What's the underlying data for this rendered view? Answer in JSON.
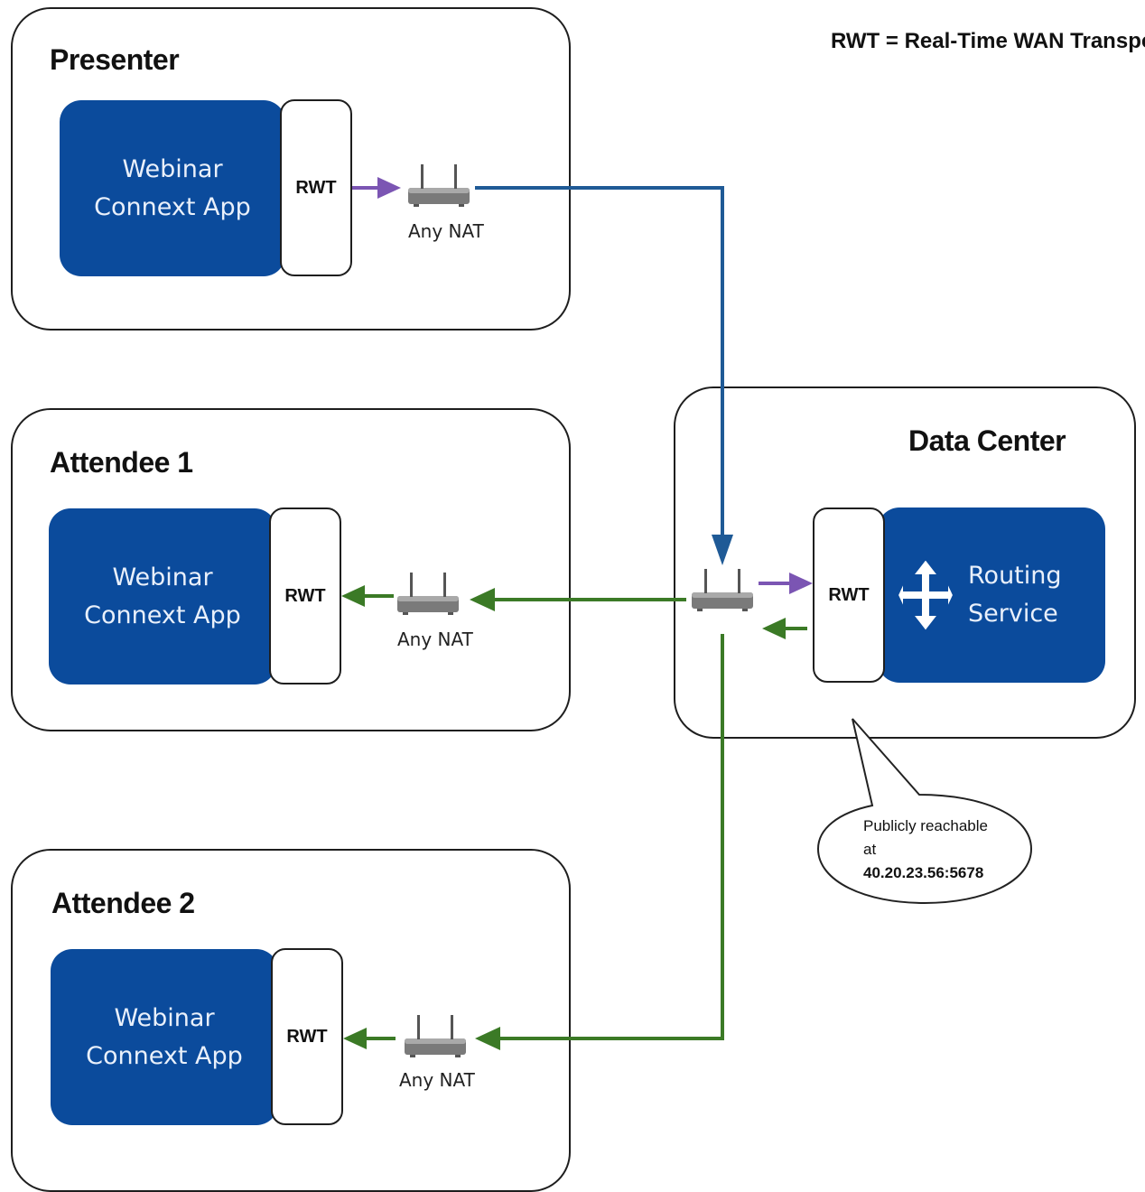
{
  "legend": "RWT = Real-Time WAN Transport",
  "colors": {
    "app_blue": "#0b4b9c",
    "presenter_link": "#1f5a96",
    "attendee_link": "#3b7a26",
    "local_arrow": "#7b55b3"
  },
  "presenter": {
    "title": "Presenter",
    "app_line1": "Webinar",
    "app_line2": "Connext App",
    "rwt": "RWT",
    "nat": "Any NAT"
  },
  "attendee1": {
    "title": "Attendee 1",
    "app_line1": "Webinar",
    "app_line2": "Connext App",
    "rwt": "RWT",
    "nat": "Any NAT"
  },
  "attendee2": {
    "title": "Attendee 2",
    "app_line1": "Webinar",
    "app_line2": "Connext App",
    "rwt": "RWT",
    "nat": "Any NAT"
  },
  "datacenter": {
    "title": "Data Center",
    "rwt": "RWT",
    "service_line1": "Routing",
    "service_line2": "Service",
    "service_icon": "move-arrows-icon",
    "router_icon": "router-icon"
  },
  "callout": {
    "line1": "Publicly reachable",
    "line2": "at",
    "address": "40.20.23.56:5678"
  }
}
